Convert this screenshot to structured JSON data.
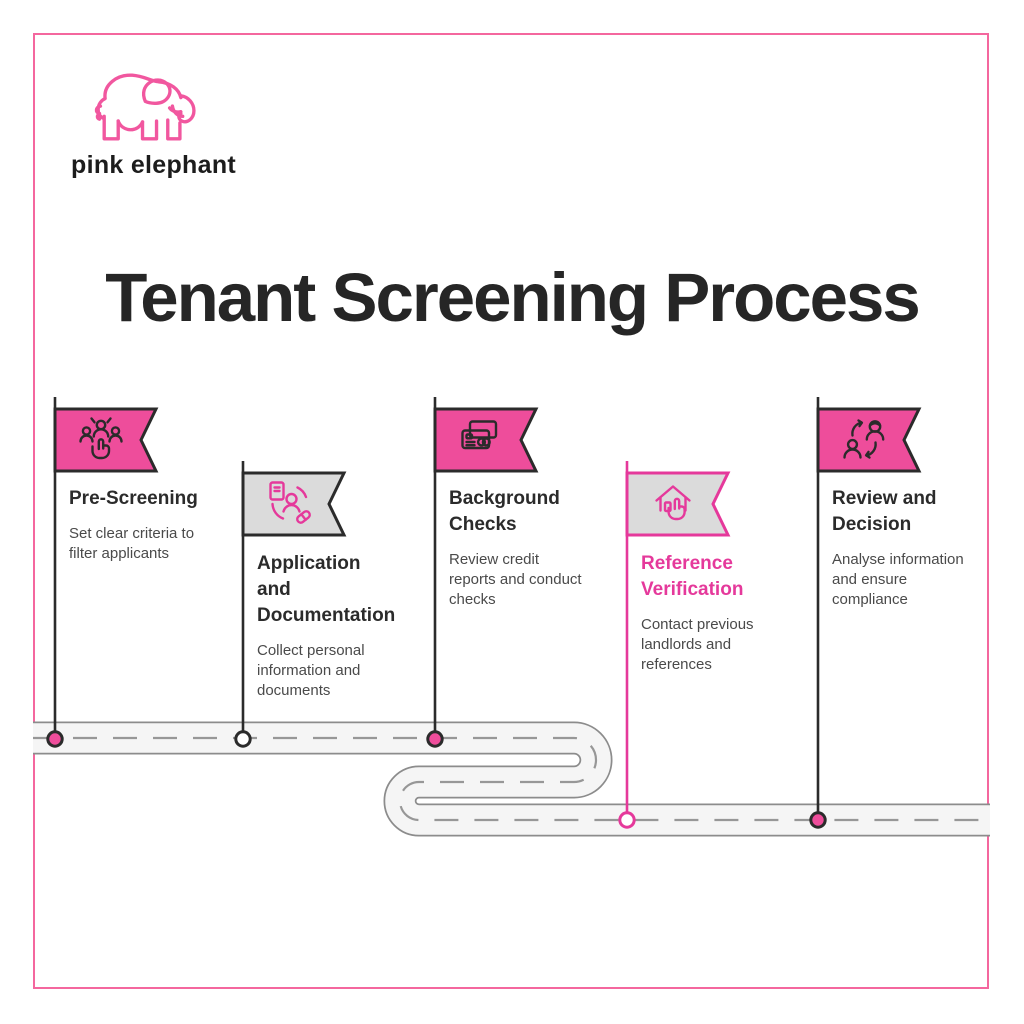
{
  "brand": {
    "name": "pink elephant"
  },
  "title": "Tenant Screening Process",
  "steps": [
    {
      "title": "Pre-Screening",
      "description": "Set clear criteria to\nfilter applicants",
      "icon": "candidate-selection-icon",
      "flag_style": "pink"
    },
    {
      "title": "Application\nand\nDocumentation",
      "description": "Collect personal\ninformation and\ndocuments",
      "icon": "application-document-icon",
      "flag_style": "gray"
    },
    {
      "title": "Background\nChecks",
      "description": "Review credit\nreports and conduct\nchecks",
      "icon": "credit-cards-icon",
      "flag_style": "pink"
    },
    {
      "title": "Reference\nVerification",
      "description": "Contact previous\nlandlords and\nreferences",
      "icon": "house-tap-icon",
      "flag_style": "gray-pink-outline"
    },
    {
      "title": "Review and\nDecision",
      "description": "Analyse information\nand ensure\ncompliance",
      "icon": "people-review-icon",
      "flag_style": "pink"
    }
  ],
  "colors": {
    "flag_pink": "#EE4D9B",
    "outline_dark": "#2B2B2B",
    "flag_gray": "#DBDBDB",
    "accent_pink": "#E5399B",
    "logo_pink": "#F1579F",
    "border_pink": "#F4679E",
    "road_fill": "#F5F5F5",
    "road_edge": "#8C8C8C",
    "body_text": "#4A4A4A"
  }
}
